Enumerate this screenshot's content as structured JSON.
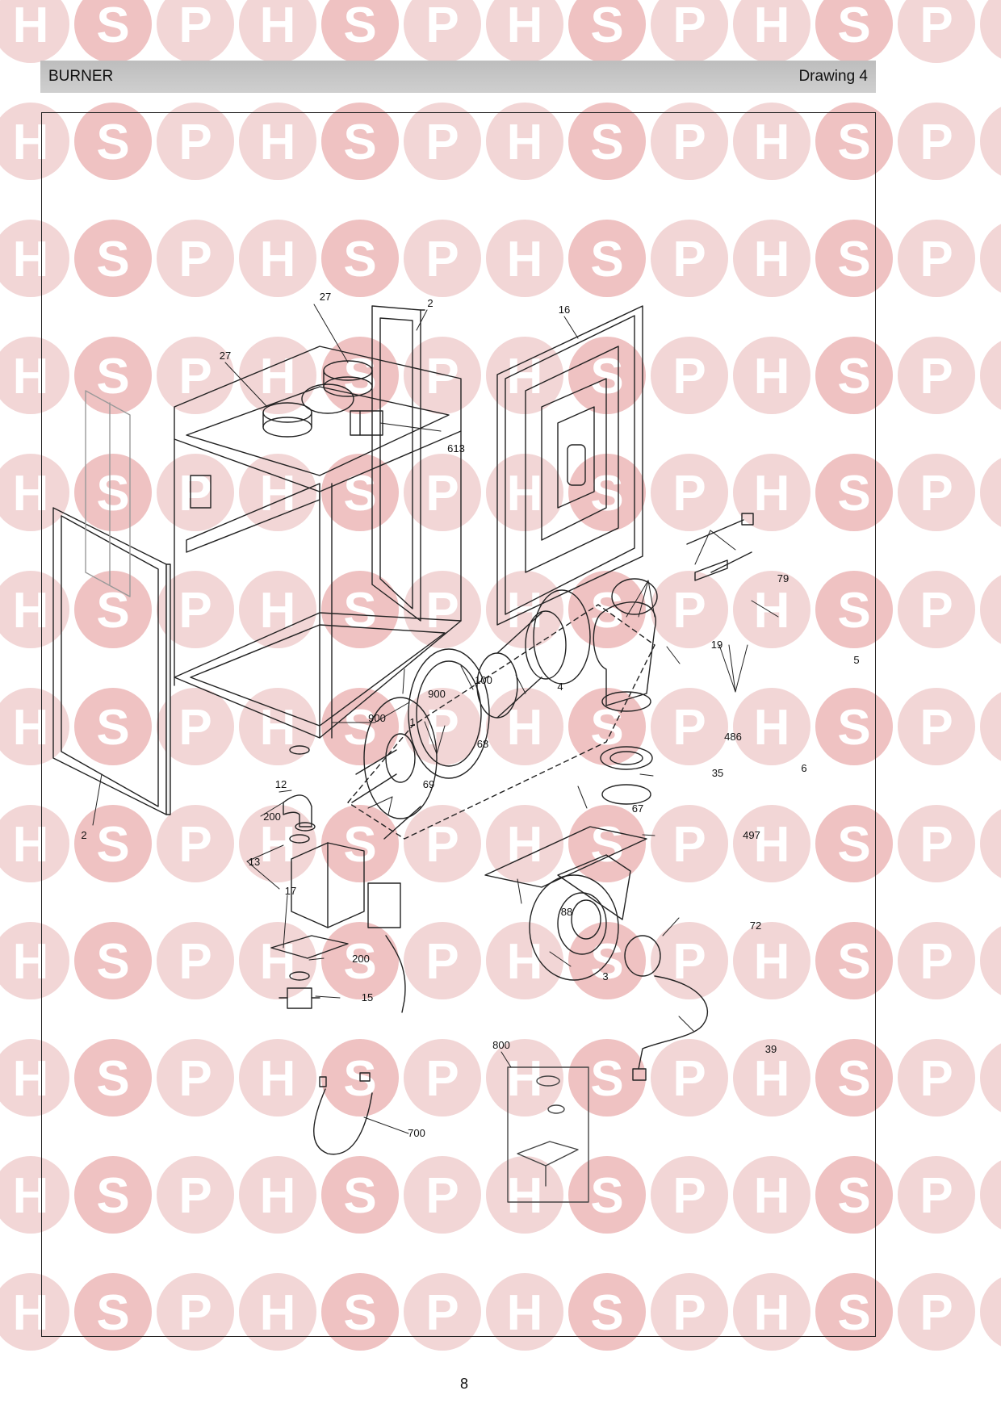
{
  "header": {
    "section": "BURNER",
    "drawing": "Drawing 4"
  },
  "watermark": {
    "letters": [
      "H",
      "S",
      "P"
    ],
    "logo_color": "#f2d6d6",
    "letter_color": "#ffffff",
    "accent_color": "#efc2c2"
  },
  "labels": [
    "27",
    "27",
    "2",
    "16",
    "613",
    "79",
    "19",
    "5",
    "100",
    "4",
    "900",
    "900",
    "1",
    "486",
    "6",
    "68",
    "69",
    "35",
    "12",
    "67",
    "200",
    "2",
    "13",
    "497",
    "17",
    "88",
    "72",
    "200",
    "15",
    "3",
    "39",
    "800",
    "700"
  ],
  "page_number": "8"
}
